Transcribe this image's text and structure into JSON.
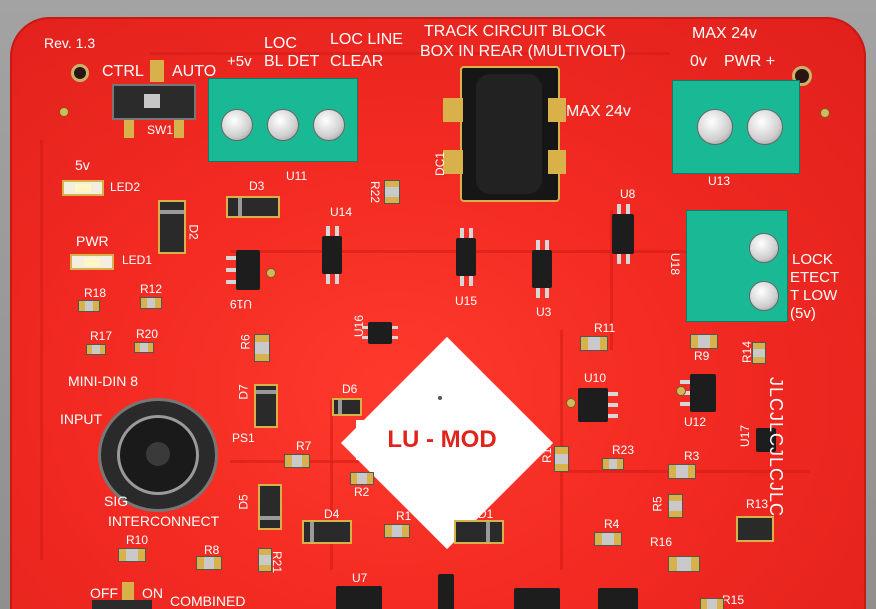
{
  "board": {
    "rev": "Rev. 1.3",
    "center_label": "LU - MOD",
    "vertical_brand": "JLCJLCJLCJLC"
  },
  "switches": {
    "ctrl": "CTRL",
    "auto": "AUTO",
    "sw1": "SW1",
    "off": "OFF",
    "on": "ON",
    "combined": "COMBINED"
  },
  "terminals": {
    "plus5v": "+5v",
    "loc_bl_det_1": "LOC",
    "loc_bl_det_2": "BL DET",
    "loc_line_1": "LOC LINE",
    "loc_line_2": "CLEAR",
    "u11": "U11",
    "track_1": "TRACK CIRCUIT BLOCK",
    "track_2": "BOX IN REAR (MULTIVOLT)",
    "max24_left": "MAX 24v",
    "dc1": "DC1",
    "max24_top": "MAX 24v",
    "zero_v": "0v",
    "pwr_plus": "PWR +",
    "u13": "U13",
    "u18": "U18",
    "block_1": "LOCK",
    "block_2": "ETECT",
    "block_3": "T LOW",
    "block_4": "(5v)"
  },
  "leds": {
    "v5": "5v",
    "led2": "LED2",
    "pwr": "PWR",
    "led1": "LED1"
  },
  "components": {
    "d3": "D3",
    "d2": "D2",
    "r22": "R22",
    "u14": "U14",
    "u19": "U19",
    "r18": "R18",
    "r12": "R12",
    "r17": "R17",
    "r20": "R20",
    "u15": "U15",
    "u3": "U3",
    "u8": "U8",
    "u16": "U16",
    "r11": "R11",
    "r14": "R14",
    "r9": "R9",
    "r6": "R6",
    "d7": "D7",
    "d6": "D6",
    "ps1": "PS1",
    "u10": "U10",
    "u12": "U12",
    "u17": "U17",
    "r7": "R7",
    "r19": "R19",
    "r23": "R23",
    "r3": "R3",
    "r2": "R2",
    "r5": "R5",
    "r13": "R13",
    "d5": "D5",
    "d4": "D4",
    "r1": "R1",
    "d1": "D1",
    "r4": "R4",
    "r16": "R16",
    "r10": "R10",
    "r8": "R8",
    "r21": "R21",
    "u7": "U7",
    "r15": "R15"
  },
  "din": {
    "mini_din": "MINI-DIN 8",
    "input": "INPUT",
    "sig": "SIG",
    "interconnect": "INTERCONNECT"
  }
}
